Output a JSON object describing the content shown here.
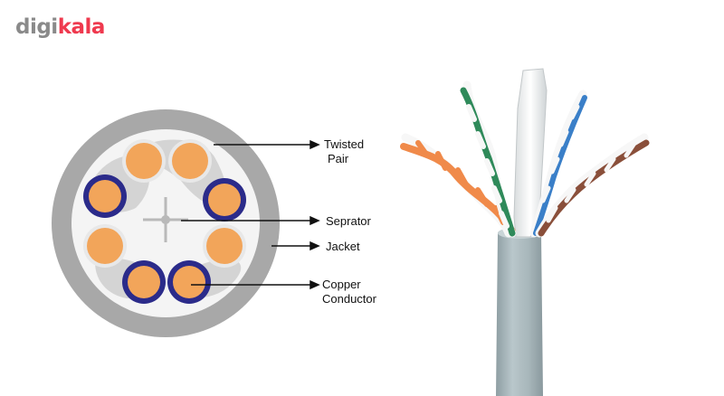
{
  "brand": {
    "logo_text_part1": "digi",
    "logo_text_part2": "kala",
    "logo_color_primary": "#8a8a8a",
    "logo_color_accent": "#ef394e"
  },
  "diagram": {
    "labels": {
      "twisted_pair_line1": "Twisted",
      "twisted_pair_line2": "Pair",
      "separator": "Seprator",
      "jacket": "Jacket",
      "copper_line1": "Copper",
      "copper_line2": "Conductor"
    },
    "colors": {
      "jacket_outer": "#a9a9a9",
      "jacket_inner": "#ffffff",
      "pair_shadow": "#d3d3d3",
      "conductor": "#f2a55a",
      "insulation_light": "#e6e6e6",
      "insulation_dark": "#2b2b8a",
      "cable_sheath": "#a9b8bd"
    }
  }
}
